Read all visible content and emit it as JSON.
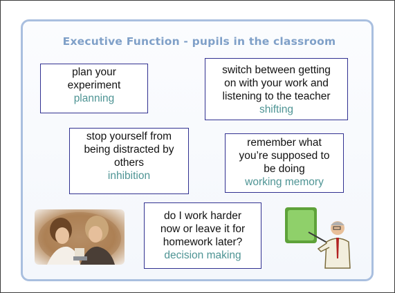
{
  "title": "Executive Function - pupils in the classroom",
  "boxes": {
    "planning": {
      "lines": [
        "plan your",
        "experiment"
      ],
      "term": "planning"
    },
    "shifting": {
      "lines": [
        "switch between getting",
        "on with your work and",
        "listening to the teacher"
      ],
      "term": "shifting"
    },
    "inhibition": {
      "lines": [
        "stop yourself from",
        "being distracted by",
        "others"
      ],
      "term": "inhibition"
    },
    "working_memory": {
      "lines": [
        "remember what",
        "you’re supposed to",
        "be doing"
      ],
      "term": "working memory"
    },
    "decision_making": {
      "lines": [
        "do I work harder",
        "now or leave it for",
        "homework later?"
      ],
      "term": "decision making"
    }
  },
  "colors": {
    "title": "#7fa0c8",
    "term": "#4e9494",
    "box_border": "#303090",
    "panel_border": "#a9bfdf"
  },
  "images": {
    "photo": "pupils-in-classroom-photo",
    "teacher": "teacher-pointing-at-board-clipart"
  }
}
